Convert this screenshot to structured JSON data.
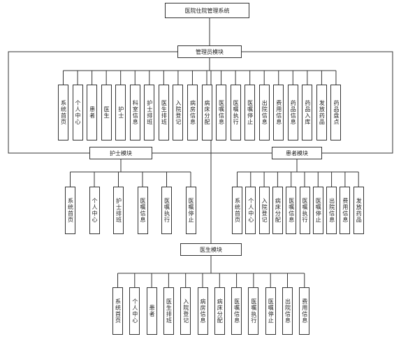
{
  "diagram": {
    "root": {
      "label": "医院住院管理系统"
    },
    "admin": {
      "label": "管理员模块",
      "items": [
        "系统首页",
        "个人中心",
        "患者",
        "医生",
        "护士",
        "科室信息",
        "护士排班",
        "医生排班",
        "入院登记",
        "病房信息",
        "病床分配",
        "医嘱信息",
        "医嘱执行",
        "医嘱停止",
        "出院信息",
        "费用信息",
        "药品信息",
        "药品入库",
        "发放药品",
        "药品盘点"
      ]
    },
    "nurse": {
      "label": "护士模块",
      "items": [
        "系统首页",
        "个人中心",
        "护士排班",
        "医嘱信息",
        "医嘱执行",
        "医嘱停止"
      ]
    },
    "patient": {
      "label": "患者模块",
      "items": [
        "系统首页",
        "个人中心",
        "入院登记",
        "病床分配",
        "医嘱信息",
        "医嘱执行",
        "医嘱停止",
        "出院信息",
        "费用信息",
        "发放药品"
      ]
    },
    "doctor": {
      "label": "医生模块",
      "items": [
        "系统首页",
        "个人中心",
        "患者",
        "医生排班",
        "入院登记",
        "病房信息",
        "病床分配",
        "医嘱信息",
        "医嘱执行",
        "医嘱停止",
        "出院信息",
        "费用信息"
      ]
    }
  }
}
